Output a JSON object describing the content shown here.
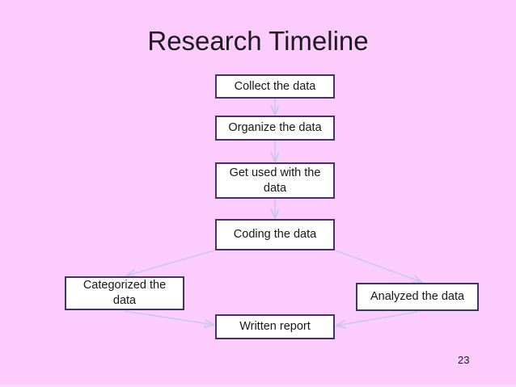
{
  "slide": {
    "title": "Research Timeline",
    "page_number": "23",
    "background_color": "#fccdfc",
    "node_border_color": "#3e3566",
    "node_fill_color": "#ffffff",
    "connector_color": "#c9c9e6",
    "text_color": "#17161a"
  },
  "diagram": {
    "type": "flowchart",
    "nodes": [
      {
        "id": "collect",
        "label": "Collect the data"
      },
      {
        "id": "organize",
        "label": "Organize the data"
      },
      {
        "id": "getused",
        "label": "Get used with the\ndata"
      },
      {
        "id": "coding",
        "label": "Coding the data"
      },
      {
        "id": "categorized",
        "label": "Categorized the\ndata"
      },
      {
        "id": "analyzed",
        "label": "Analyzed the data"
      },
      {
        "id": "written",
        "label": "Written report"
      }
    ],
    "edges": [
      {
        "from": "collect",
        "to": "organize",
        "direction": "down"
      },
      {
        "from": "organize",
        "to": "getused",
        "direction": "down"
      },
      {
        "from": "getused",
        "to": "coding",
        "direction": "down"
      },
      {
        "from": "coding",
        "to": "categorized",
        "direction": "down-left"
      },
      {
        "from": "coding",
        "to": "analyzed",
        "direction": "down-right"
      },
      {
        "from": "categorized",
        "to": "written",
        "direction": "down-right"
      },
      {
        "from": "analyzed",
        "to": "written",
        "direction": "down-left"
      }
    ]
  }
}
